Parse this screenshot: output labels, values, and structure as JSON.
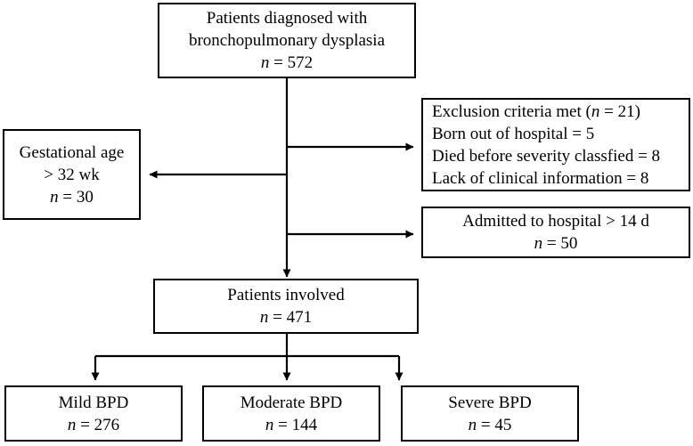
{
  "diagram": {
    "type": "flowchart",
    "title": "",
    "nodes": {
      "diagnosed": {
        "lines": [
          "Patients diagnosed with",
          "bronchopulmonary dysplasia"
        ],
        "count_label": "n",
        "count_value": "= 572"
      },
      "exclusion": {
        "lines": [
          "Exclusion criteria met (n = 21)",
          "Born out of hospital = 5",
          "Died before severity classfied = 8",
          "Lack of clinical information = 8"
        ]
      },
      "gestational": {
        "lines": [
          "Gestational age",
          "> 32 wk"
        ],
        "count_label": "n",
        "count_value": "= 30"
      },
      "admitted": {
        "lines": [
          "Admitted to hospital > 14 d"
        ],
        "count_label": "n",
        "count_value": "= 50"
      },
      "involved": {
        "lines": [
          "Patients involved"
        ],
        "count_label": "n",
        "count_value": "= 471"
      },
      "mild": {
        "lines": [
          "Mild BPD"
        ],
        "count_label": "n",
        "count_value": "= 276"
      },
      "moderate": {
        "lines": [
          "Moderate BPD"
        ],
        "count_label": "n",
        "count_value": "= 144"
      },
      "severe": {
        "lines": [
          "Severe BPD"
        ],
        "count_label": "n",
        "count_value": "= 45"
      }
    },
    "colors": {
      "stroke": "#000000",
      "fill": "#ffffff",
      "text": "#000000"
    }
  }
}
